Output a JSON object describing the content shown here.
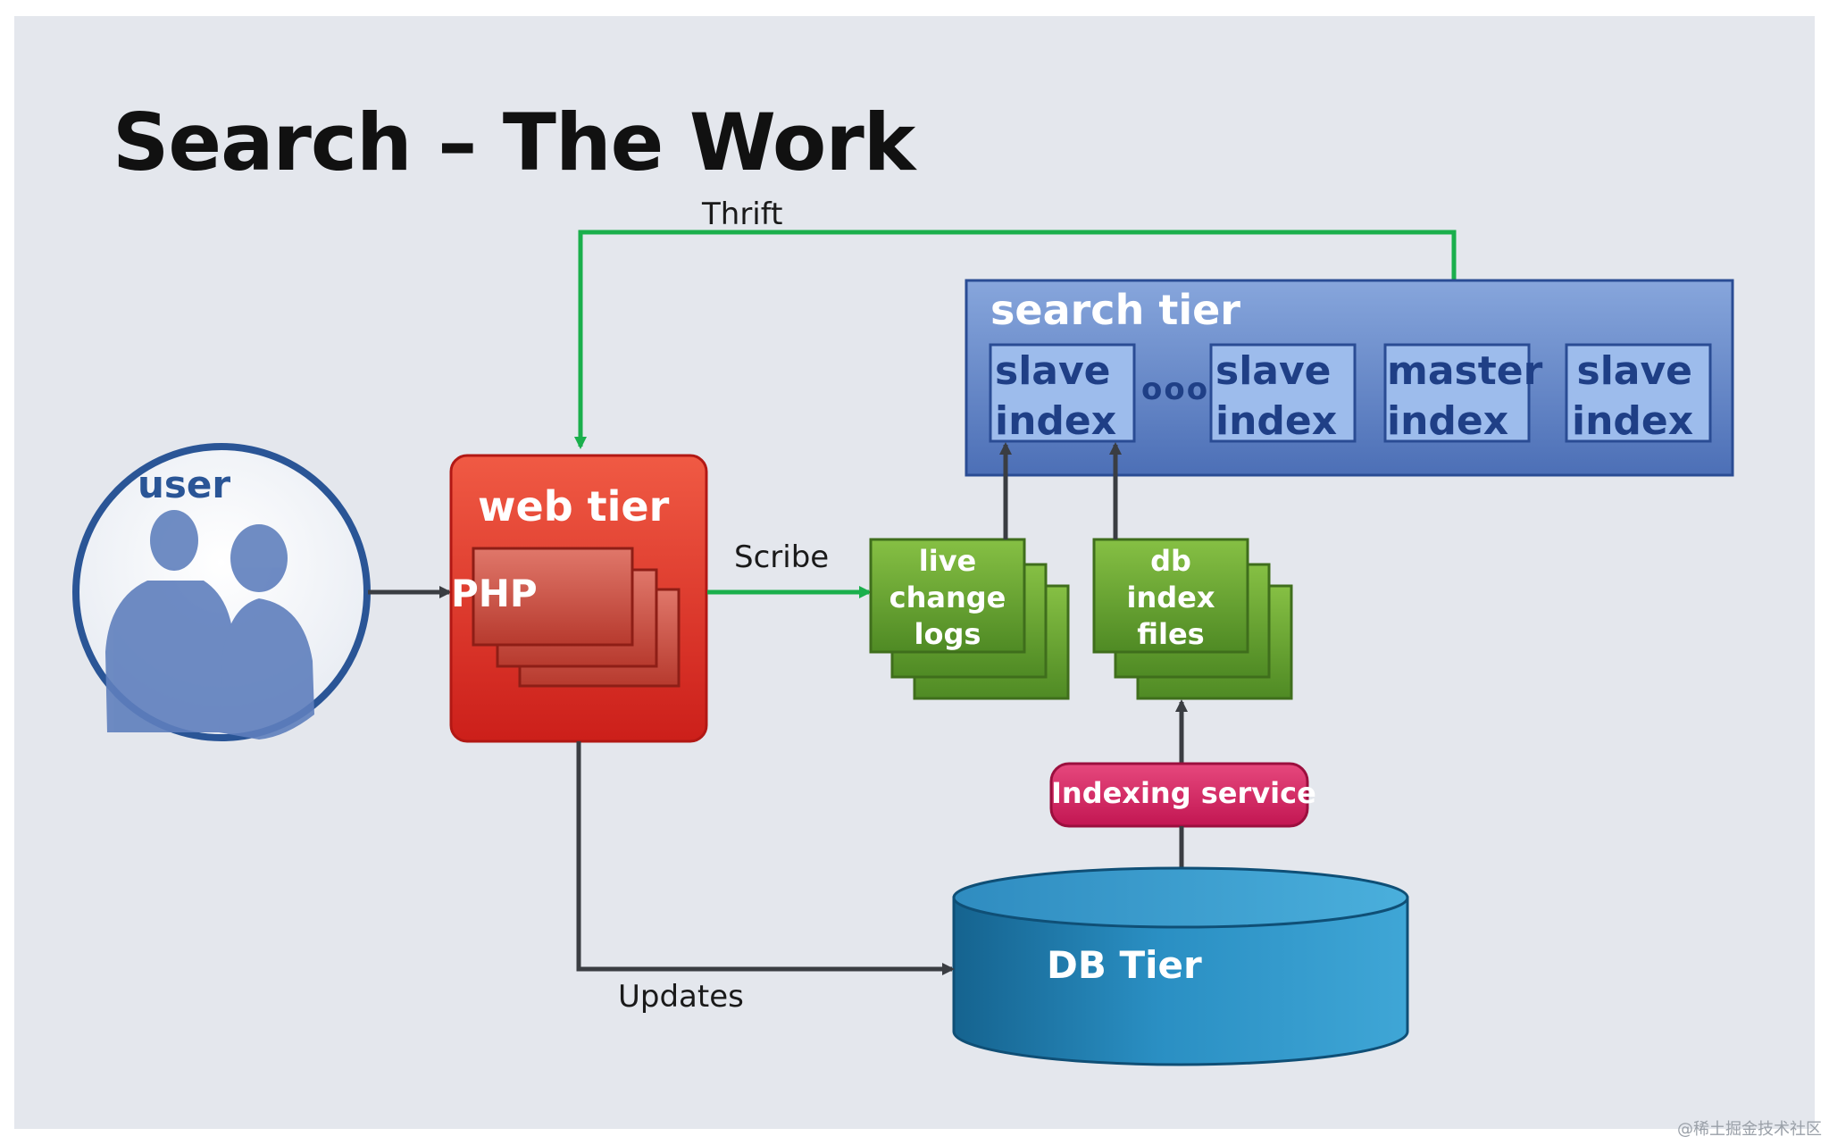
{
  "title": "Search – The Work",
  "nodes": {
    "user": "user",
    "web_tier": "web tier",
    "php": "PHP",
    "search_tier": "search tier",
    "index_boxes": [
      {
        "line1": "slave",
        "line2": "index"
      },
      {
        "line1": "slave",
        "line2": "index"
      },
      {
        "line1": "master",
        "line2": "index"
      },
      {
        "line1": "slave",
        "line2": "index"
      }
    ],
    "ellipsis": "ooo",
    "live_change_logs": [
      "live",
      "change",
      "logs"
    ],
    "db_index_files": [
      "db",
      "index",
      "files"
    ],
    "indexing_service": "Indexing service",
    "db_tier": "DB Tier"
  },
  "edges": {
    "thrift": "Thrift",
    "scribe": "Scribe",
    "updates": "Updates"
  },
  "colors": {
    "background": "#e4e7ed",
    "green_arrow": "#1aaf4c",
    "dark_arrow": "#3a3d42",
    "web_tier": "#e2362b",
    "search_tier": "#5b7fc4",
    "index_box": "#9dbcec",
    "green_box": "#5f9a2c",
    "indexing_service": "#d3245f",
    "db_tier": "#2a8fc3"
  },
  "watermark": "@稀土掘金技术社区"
}
